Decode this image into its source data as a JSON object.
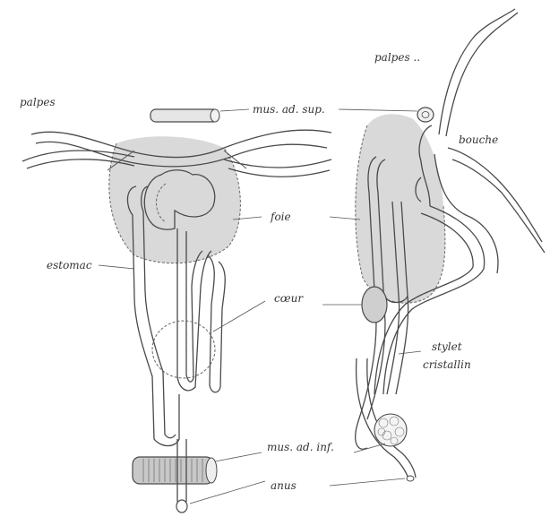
{
  "labels": {
    "palpes_left": "palpes",
    "palpes_right": "palpes ..",
    "mus_ad_sup": "mus. ad. sup.",
    "bouche": "bouche",
    "foie": "foie",
    "estomac": "estomac",
    "coeur": "cœur",
    "stylet_line1": "stylet",
    "stylet_line2": "cristallin",
    "mus_ad_inf": "mus. ad. inf.",
    "anus": "anus"
  },
  "colors": {
    "ink": "#4a4a4a",
    "shading": "#d9d9d9",
    "background": "#ffffff"
  }
}
